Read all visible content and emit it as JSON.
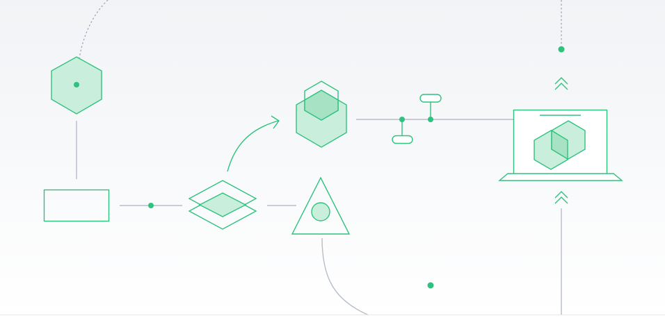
{
  "diagram": {
    "title": "",
    "colors": {
      "accent": "#2ec27e",
      "accent_fill": "#c9eedb",
      "accent_fill_dark": "#a7e2c5",
      "connector": "#b7bdc8",
      "dotted": "#9aa1ac",
      "background_top": "#f1f3f6",
      "background_bottom": "#ffffff"
    },
    "nodes": [
      {
        "id": "hexagon-node",
        "shape": "hexagon",
        "icon": "hexagon-icon"
      },
      {
        "id": "rectangle-node",
        "shape": "rectangle",
        "icon": "rectangle-icon"
      },
      {
        "id": "stacked-diamonds-node",
        "shape": "diamond-stack",
        "icon": "layers-icon"
      },
      {
        "id": "triangle-node",
        "shape": "triangle-with-circle",
        "icon": "triangle-circle-icon"
      },
      {
        "id": "stacked-hexagons-node",
        "shape": "hexagon-stack",
        "icon": "stacked-hexagons-icon"
      },
      {
        "id": "laptop-node",
        "shape": "laptop-with-cube",
        "icon": "laptop-cube-icon"
      }
    ]
  }
}
